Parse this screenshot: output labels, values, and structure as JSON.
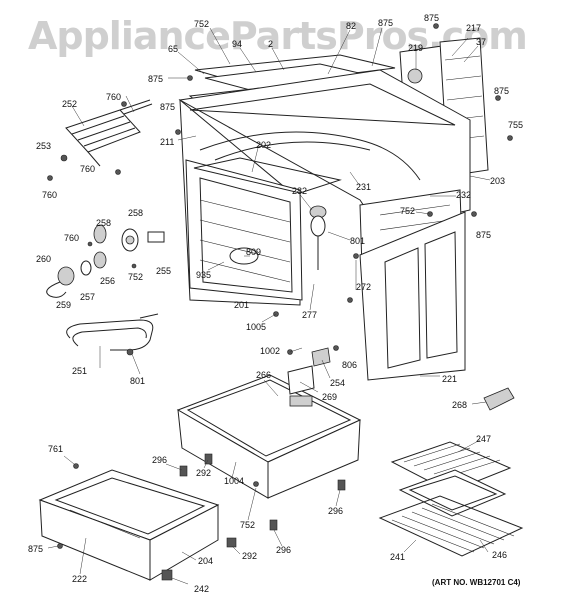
{
  "watermark": "AppliancePartsPros.com",
  "art_number": "(ART NO. WB12701 C4)",
  "callouts": [
    "752",
    "94",
    "2",
    "82",
    "875",
    "875",
    "217",
    "65",
    "219",
    "37",
    "875",
    "875",
    "875",
    "755",
    "252",
    "760",
    "211",
    "760",
    "253",
    "202",
    "231",
    "760",
    "203",
    "232",
    "282",
    "752",
    "875",
    "801",
    "258",
    "258",
    "760",
    "809",
    "260",
    "256",
    "255",
    "935",
    "257",
    "752",
    "259",
    "201",
    "272",
    "1005",
    "277",
    "1002",
    "806",
    "251",
    "801",
    "254",
    "266",
    "221",
    "269",
    "268",
    "761",
    "247",
    "296",
    "292",
    "1004",
    "296",
    "752",
    "292",
    "875",
    "296",
    "204",
    "246",
    "222",
    "241",
    "242"
  ]
}
